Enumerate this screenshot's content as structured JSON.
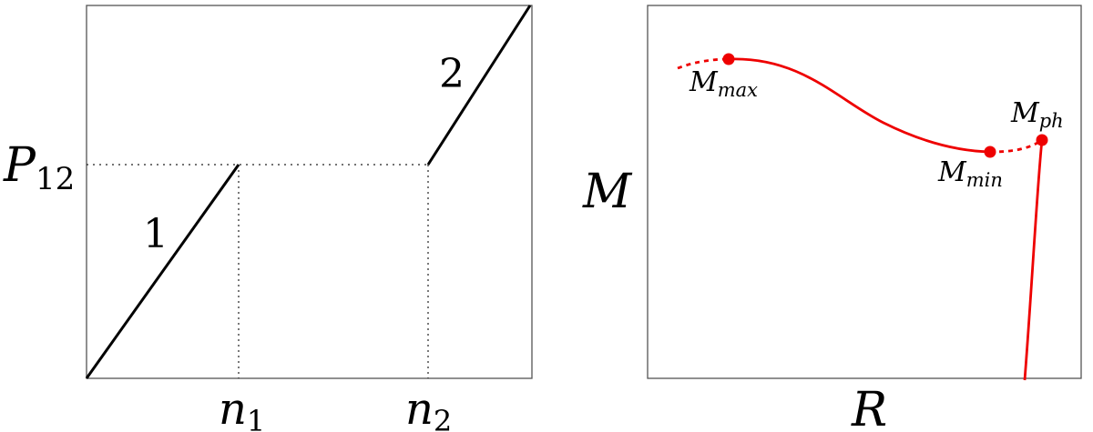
{
  "left_panel": {
    "y_label": "P",
    "y_label_sub": "12",
    "x_tick_1": "n",
    "x_tick_1_sub": "1",
    "x_tick_2": "n",
    "x_tick_2_sub": "2",
    "branch_1_label": "1",
    "branch_2_label": "2"
  },
  "right_panel": {
    "y_label": "M",
    "x_label": "R",
    "point_max": "M",
    "point_max_sub": "max",
    "point_min": "M",
    "point_min_sub": "min",
    "point_ph": "M",
    "point_ph_sub": "ph",
    "curve_color": "#ee0000"
  },
  "colors": {
    "line": "#000000",
    "frame": "#555555",
    "curve": "#ee0000"
  }
}
